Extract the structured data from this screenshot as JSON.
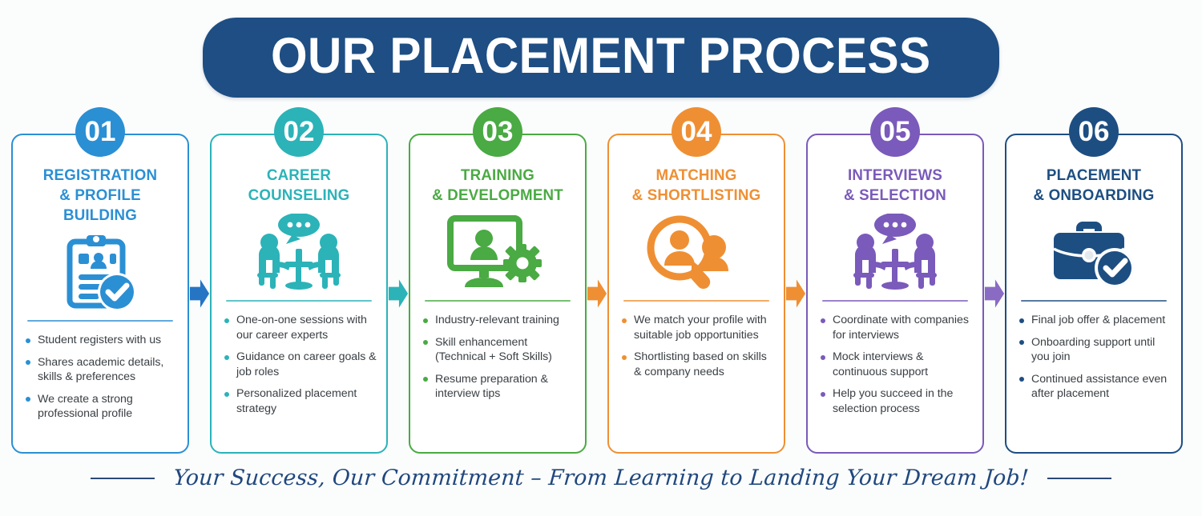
{
  "header": {
    "title": "OUR PLACEMENT PROCESS",
    "banner_color": "#1e4e83"
  },
  "steps": [
    {
      "number": "01",
      "title_line1": "REGISTRATION",
      "title_line2": "& PROFILE BUILDING",
      "color": "#2b8fd4",
      "icon": "clipboard-check-icon",
      "bullets": [
        "Student registers with us",
        "Shares academic details, skills & preferences",
        "We create a strong professional profile"
      ]
    },
    {
      "number": "02",
      "title_line1": "CAREER",
      "title_line2": "COUNSELING",
      "color": "#2bb3b8",
      "icon": "counseling-meeting-icon",
      "bullets": [
        "One-on-one sessions with our career experts",
        "Guidance on career goals & job roles",
        "Personalized placement strategy"
      ]
    },
    {
      "number": "03",
      "title_line1": "TRAINING",
      "title_line2": "& DEVELOPMENT",
      "color": "#4aaa43",
      "icon": "monitor-training-gear-icon",
      "bullets": [
        "Industry-relevant training",
        "Skill enhancement (Technical + Soft Skills)",
        "Resume preparation & interview tips"
      ]
    },
    {
      "number": "04",
      "title_line1": "MATCHING",
      "title_line2": "& SHORTLISTING",
      "color": "#ef8f33",
      "icon": "magnifier-people-icon",
      "bullets": [
        "We match your profile with suitable job opportunities",
        "Shortlisting based on skills & company needs"
      ]
    },
    {
      "number": "05",
      "title_line1": "INTERVIEWS",
      "title_line2": "& SELECTION",
      "color": "#7a5aba",
      "icon": "interview-meeting-icon",
      "bullets": [
        "Coordinate with companies for interviews",
        "Mock interviews & continuous support",
        "Help you succeed in the selection process"
      ]
    },
    {
      "number": "06",
      "title_line1": "PLACEMENT",
      "title_line2": "& ONBOARDING",
      "color": "#1d4e82",
      "icon": "briefcase-check-icon",
      "bullets": [
        "Final job offer & placement",
        "Onboarding support until you join",
        "Continued assistance even after placement"
      ]
    }
  ],
  "arrows": [
    {
      "name": "arrow-1-2",
      "color": "#2575c4"
    },
    {
      "name": "arrow-2-3",
      "color": "#2bb3b8"
    },
    {
      "name": "arrow-3-4",
      "color": "#ef8f33"
    },
    {
      "name": "arrow-4-5",
      "color": "#ef8f33"
    },
    {
      "name": "arrow-5-6",
      "color": "#8a6bc4"
    }
  ],
  "footer": {
    "tagline": "Your Success, Our Commitment – From Learning to Landing Your Dream Job!",
    "rule_color": "#2b4a77"
  }
}
